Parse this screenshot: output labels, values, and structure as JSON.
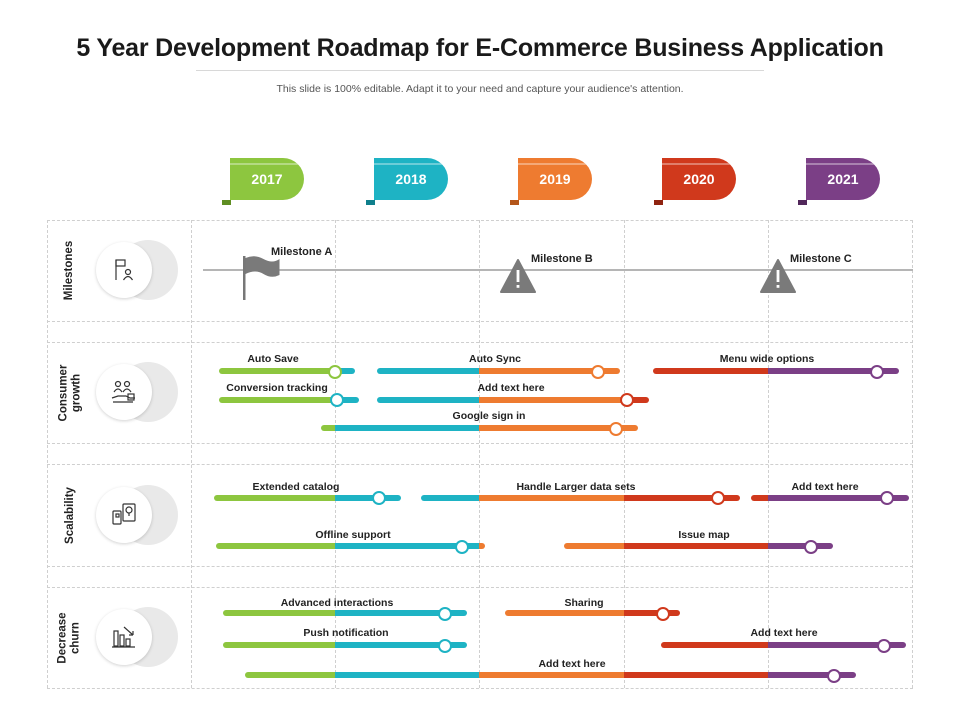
{
  "title": "5 Year Development Roadmap for E-Commerce Business Application",
  "subtitle": "This slide is 100% editable. Adapt it to your need and capture your audience's attention.",
  "colors": {
    "green": "#8dc63f",
    "teal": "#1eb3c4",
    "orange": "#ee7b30",
    "red": "#d0391c",
    "purple": "#7b3f86"
  },
  "years": [
    {
      "label": "2017",
      "color": "#8dc63f",
      "dark": "#5f8e22"
    },
    {
      "label": "2018",
      "color": "#1eb3c4",
      "dark": "#0f7f8c"
    },
    {
      "label": "2019",
      "color": "#ee7b30",
      "dark": "#b4561a"
    },
    {
      "label": "2020",
      "color": "#d0391c",
      "dark": "#8f2310"
    },
    {
      "label": "2021",
      "color": "#7b3f86",
      "dark": "#51275a"
    }
  ],
  "rows": [
    {
      "label": "Milestones",
      "icon": "flag-person-icon"
    },
    {
      "label": "Consumer growth",
      "icon": "growth-people-icon"
    },
    {
      "label": "Scalability",
      "icon": "devices-idea-icon"
    },
    {
      "label": "Decrease churn",
      "icon": "bar-decline-icon"
    }
  ],
  "milestones": [
    {
      "label": "Milestone A",
      "icon": "flag-icon"
    },
    {
      "label": "Milestone B",
      "icon": "warning-icon"
    },
    {
      "label": "Milestone C",
      "icon": "warning-icon"
    }
  ],
  "tasks": [
    {
      "label": "Auto Save",
      "row": "Consumer growth"
    },
    {
      "label": "Conversion tracking",
      "row": "Consumer growth"
    },
    {
      "label": "Auto Sync",
      "row": "Consumer growth"
    },
    {
      "label": "Add text here",
      "row": "Consumer growth"
    },
    {
      "label": "Google sign in",
      "row": "Consumer growth"
    },
    {
      "label": "Menu wide options",
      "row": "Consumer growth"
    },
    {
      "label": "Extended catalog",
      "row": "Scalability"
    },
    {
      "label": "Handle Larger data sets",
      "row": "Scalability"
    },
    {
      "label": "Add text here",
      "row": "Scalability"
    },
    {
      "label": "Offline support",
      "row": "Scalability"
    },
    {
      "label": "Issue map",
      "row": "Scalability"
    },
    {
      "label": "Advanced interactions",
      "row": "Decrease churn"
    },
    {
      "label": "Sharing",
      "row": "Decrease churn"
    },
    {
      "label": "Push notification",
      "row": "Decrease churn"
    },
    {
      "label": "Add text here",
      "row": "Decrease churn"
    },
    {
      "label": "Add text here",
      "row": "Decrease churn"
    }
  ]
}
